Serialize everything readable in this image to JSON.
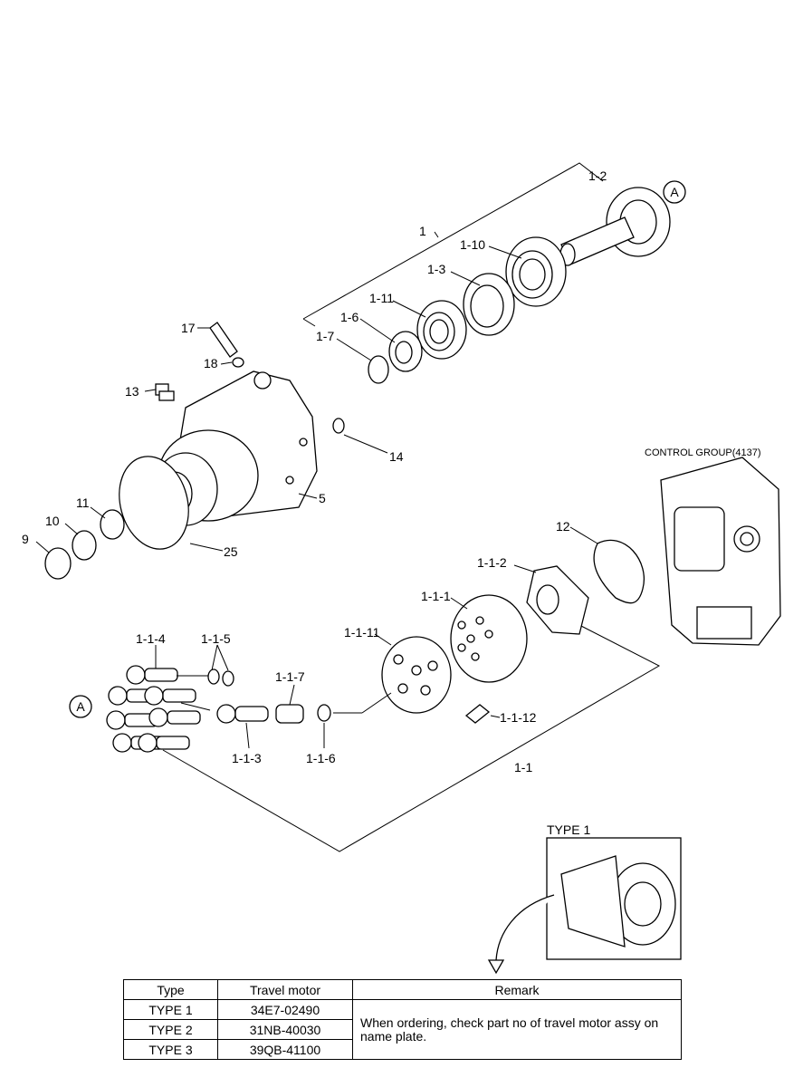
{
  "labels": {
    "p1": "1",
    "p1_1": "1-1",
    "p1_2": "1-2",
    "p1_3": "1-3",
    "p1_6": "1-6",
    "p1_7": "1-7",
    "p1_10": "1-10",
    "p1_11": "1-11",
    "p1_1_1": "1-1-1",
    "p1_1_2": "1-1-2",
    "p1_1_3": "1-1-3",
    "p1_1_4": "1-1-4",
    "p1_1_5": "1-1-5",
    "p1_1_6": "1-1-6",
    "p1_1_7": "1-1-7",
    "p1_1_11": "1-1-11",
    "p1_1_12": "1-1-12",
    "p5": "5",
    "p9": "9",
    "p10": "10",
    "p11": "11",
    "p12": "12",
    "p13": "13",
    "p14": "14",
    "p17": "17",
    "p18": "18",
    "p25": "25",
    "ref_a": "A",
    "control_group": "CONTROL GROUP(4137)",
    "type1_inset": "TYPE 1"
  },
  "table": {
    "headers": [
      "Type",
      "Travel motor",
      "Remark"
    ],
    "rows": [
      {
        "type": "TYPE 1",
        "motor": "34E7-02490"
      },
      {
        "type": "TYPE 2",
        "motor": "31NB-40030"
      },
      {
        "type": "TYPE 3",
        "motor": "39QB-41100"
      }
    ],
    "remark": "When ordering, check part no of travel motor assy on name plate."
  }
}
